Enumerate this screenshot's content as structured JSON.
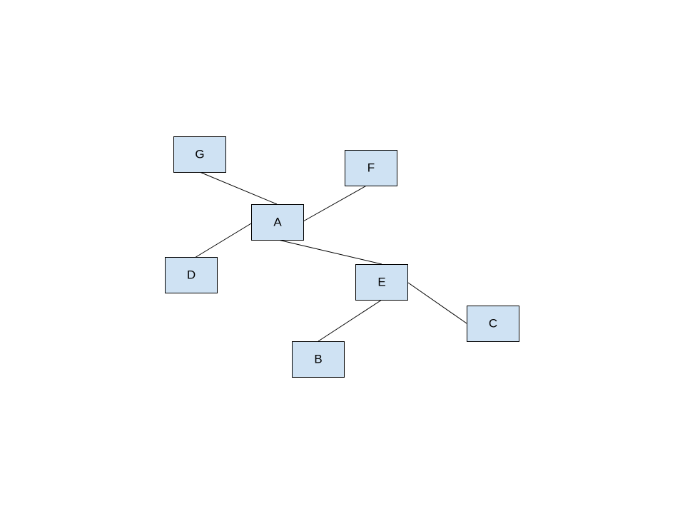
{
  "diagram": {
    "node_fill": "#cfe2f3",
    "node_stroke": "#000000",
    "edge_color": "#000000",
    "nodes": [
      {
        "id": "A",
        "label": "A"
      },
      {
        "id": "B",
        "label": "B"
      },
      {
        "id": "C",
        "label": "C"
      },
      {
        "id": "D",
        "label": "D"
      },
      {
        "id": "E",
        "label": "E"
      },
      {
        "id": "F",
        "label": "F"
      },
      {
        "id": "G",
        "label": "G"
      }
    ],
    "edges": [
      {
        "from": "G",
        "to": "A"
      },
      {
        "from": "A",
        "to": "F"
      },
      {
        "from": "A",
        "to": "D"
      },
      {
        "from": "A",
        "to": "E"
      },
      {
        "from": "E",
        "to": "B"
      },
      {
        "from": "E",
        "to": "C"
      }
    ]
  }
}
